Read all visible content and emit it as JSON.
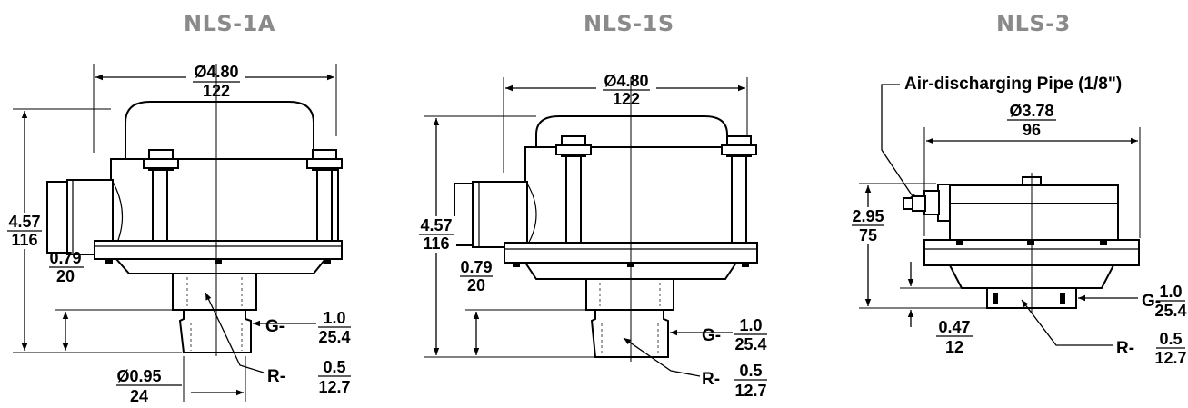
{
  "models": {
    "nls1a": {
      "title": "NLS-1A",
      "width_in": "Ø4.80",
      "width_mm": "122",
      "height_in": "4.57",
      "height_mm": "116",
      "base_in": "0.79",
      "base_mm": "20",
      "g_prefix": "G-",
      "g_in": "1.0",
      "g_mm": "25.4",
      "r_prefix": "R-",
      "r_in": "0.5",
      "r_mm": "12.7",
      "nozzle_in": "Ø0.95",
      "nozzle_mm": "24"
    },
    "nls1s": {
      "title": "NLS-1S",
      "width_in": "Ø4.80",
      "width_mm": "122",
      "height_in": "4.57",
      "height_mm": "116",
      "base_in": "0.79",
      "base_mm": "20",
      "g_prefix": "G-",
      "g_in": "1.0",
      "g_mm": "25.4",
      "r_prefix": "R-",
      "r_in": "0.5",
      "r_mm": "12.7"
    },
    "nls3": {
      "title": "NLS-3",
      "pipe_label": "Air-discharging Pipe (1/8\")",
      "width_in": "Ø3.78",
      "width_mm": "96",
      "height_in": "2.95",
      "height_mm": "75",
      "base_in": "0.47",
      "base_mm": "12",
      "g_prefix": "G-",
      "g_in": "1.0",
      "g_mm": "25.4",
      "r_prefix": "R-",
      "r_in": "0.5",
      "r_mm": "12.7"
    }
  }
}
